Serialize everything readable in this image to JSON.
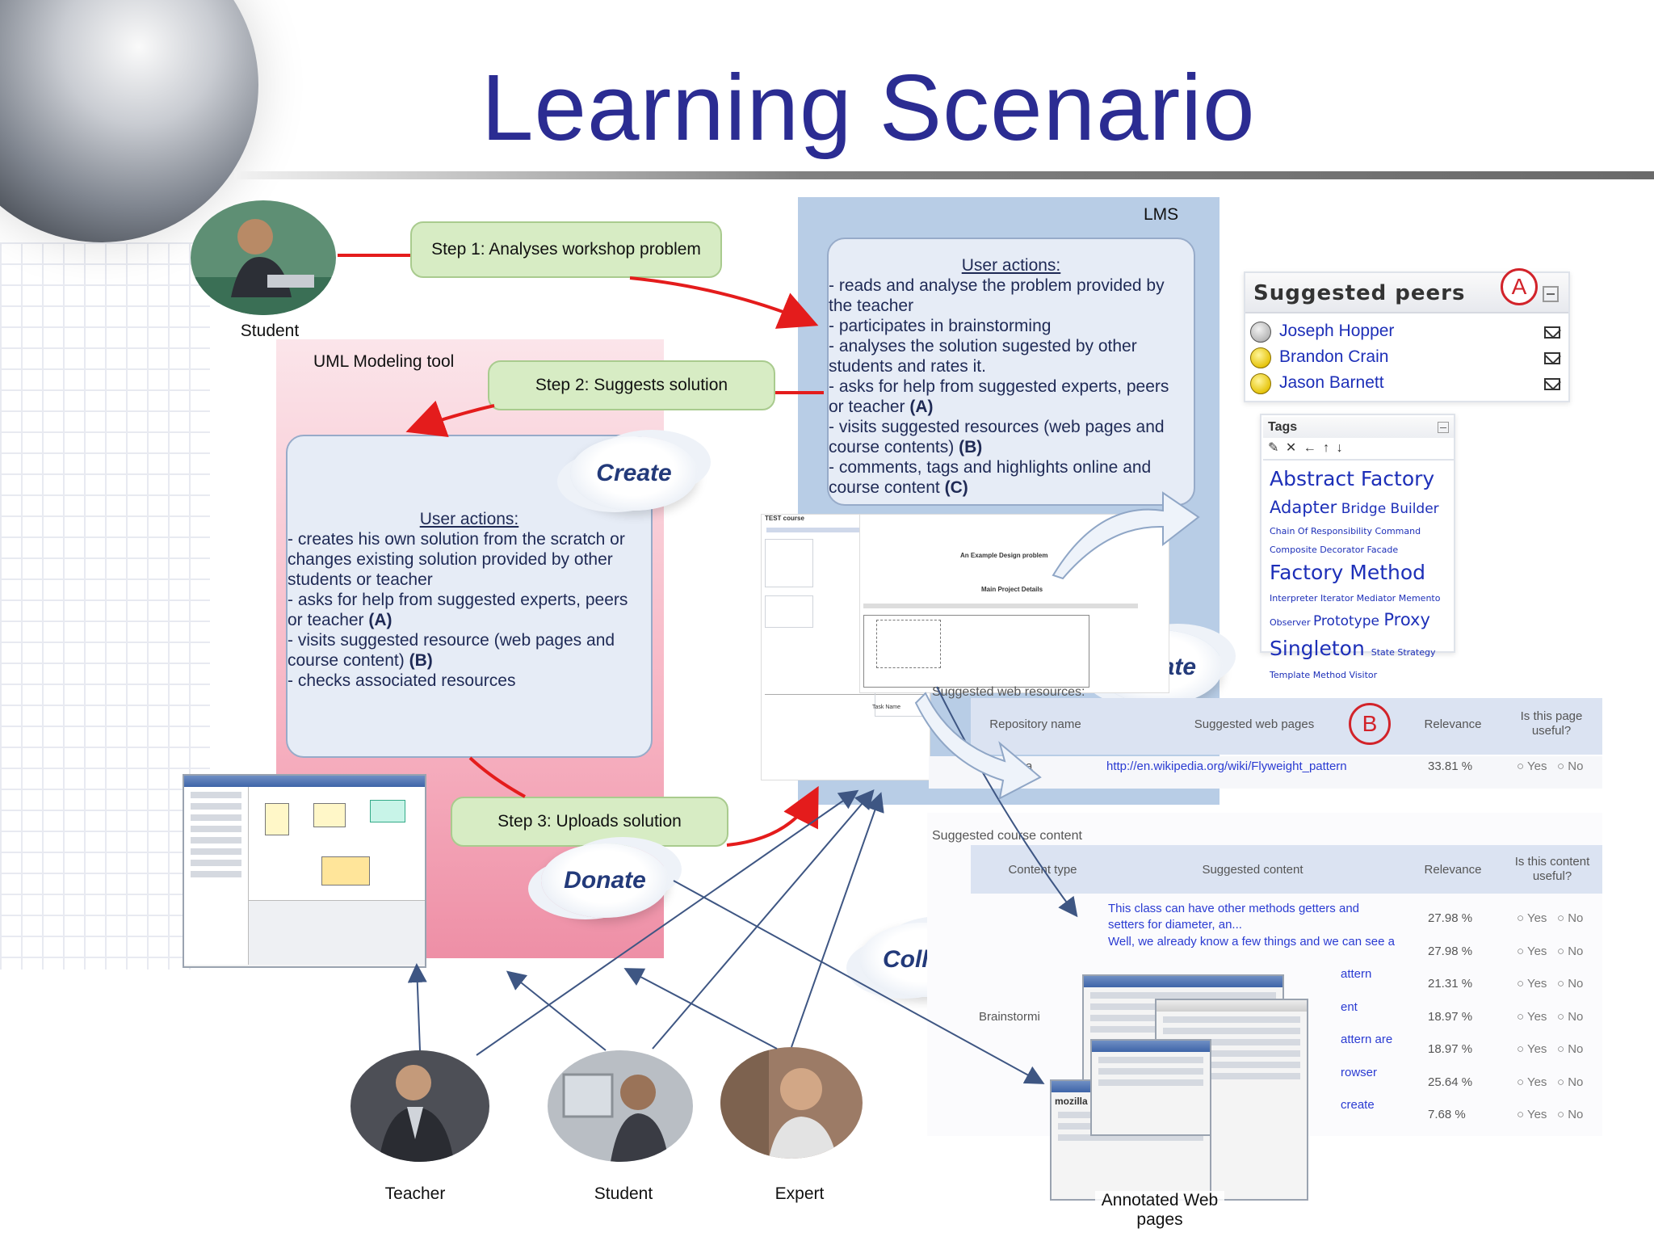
{
  "title": "Learning Scenario",
  "labels": {
    "student_top": "Student",
    "uml_tool": "UML Modeling tool",
    "lms": "LMS",
    "teacher": "Teacher",
    "student_bottom": "Student",
    "expert": "Expert",
    "annotated_web_pages": "Annotated Web pages"
  },
  "steps": {
    "step1": "Step 1: Analyses workshop problem",
    "step2": "Step 2: Suggests solution",
    "step3": "Step 3: Uploads solution"
  },
  "clouds": {
    "create": "Create",
    "relate": "Relate",
    "donate": "Donate",
    "collect": "Collect"
  },
  "lms_actions": {
    "heading": "User actions:",
    "lines": [
      "- reads and analyse the problem provided by",
      "the teacher",
      "- participates in brainstorming",
      "- analyses the solution sugested by other",
      "students and rates it.",
      "- asks for help from suggested experts, peers",
      "or teacher ",
      "- visits suggested resources (web pages and",
      "course contents) ",
      "- comments, tags and highlights online and",
      "course content "
    ],
    "refs": [
      "",
      "",
      "",
      "",
      "",
      "",
      "(A)",
      "",
      "(B)",
      "",
      "(C)"
    ]
  },
  "uml_actions": {
    "heading": "User actions:",
    "lines": [
      "- creates his own solution from the scratch or",
      "changes existing solution provided by other",
      "students or teacher",
      "- asks for help from suggested experts, peers",
      "or teacher ",
      "- visits suggested resource (web pages and",
      "course content) ",
      "- checks associated resources"
    ],
    "refs": [
      "",
      "",
      "",
      "",
      "(A)",
      "",
      "(B)",
      ""
    ]
  },
  "peers": {
    "title": "Suggested peers",
    "marker": "A",
    "names": [
      "Joseph Hopper",
      "Brandon Crain",
      "Jason Barnett"
    ]
  },
  "tags": {
    "title": "Tags",
    "rows": [
      [
        {
          "t": "Abstract Factory",
          "s": "l"
        }
      ],
      [
        {
          "t": "Adapter",
          "s": "m"
        },
        {
          "t": " Bridge Builder",
          "s": "s"
        }
      ],
      [
        {
          "t": "Chain Of Responsibility Command",
          "s": "xs"
        }
      ],
      [
        {
          "t": "Composite Decorator Facade",
          "s": "xs"
        }
      ],
      [
        {
          "t": "Factory Method",
          "s": "l"
        }
      ],
      [
        {
          "t": "Interpreter Iterator Mediator Memento",
          "s": "xs"
        }
      ],
      [
        {
          "t": "Observer ",
          "s": "xs"
        },
        {
          "t": "Prototype ",
          "s": "s"
        },
        {
          "t": "Proxy",
          "s": "m"
        }
      ],
      [
        {
          "t": "Singleton ",
          "s": "l"
        },
        {
          "t": "State Strategy",
          "s": "xs"
        }
      ],
      [
        {
          "t": "Template Method Visitor",
          "s": "xs"
        }
      ]
    ]
  },
  "web_resources": {
    "title": "Suggested web resources:",
    "marker": "B",
    "headers": [
      "Repository name",
      "Suggested web pages",
      "Relevance",
      "Is this page useful?"
    ],
    "row": {
      "name": "a",
      "url": "http://en.wikipedia.org/wiki/Flyweight_pattern",
      "relevance": "33.81 %",
      "yes": "Yes",
      "no": "No"
    }
  },
  "course_content": {
    "title": "Suggested course content",
    "headers": [
      "Content type",
      "Suggested content",
      "Relevance",
      "Is this content useful?"
    ],
    "type_label": "Brainstormi",
    "rows": [
      {
        "content": "This class can have other methods getters and",
        "content2": "setters for diameter, an...",
        "relevance": "27.98 %"
      },
      {
        "content": "Well, we already know a few things and we can see a",
        "content2": "",
        "relevance": "27.98 %"
      },
      {
        "content": "attern",
        "content2": "",
        "relevance": "21.31 %"
      },
      {
        "content": "ent",
        "content2": "",
        "relevance": "18.97 %"
      },
      {
        "content": "attern are",
        "content2": "",
        "relevance": "18.97 %"
      },
      {
        "content": "rowser",
        "content2": "",
        "relevance": "25.64 %"
      },
      {
        "content": "create",
        "content2": "",
        "relevance": "7.68 %"
      }
    ],
    "yes": "Yes",
    "no": "No"
  },
  "lms_screenshot": {
    "course": "TEST course",
    "problem": "An Example Design problem",
    "details": "Main Project Details",
    "task": "Task Name"
  },
  "web_screenshot": {
    "brand": "mozilla"
  }
}
